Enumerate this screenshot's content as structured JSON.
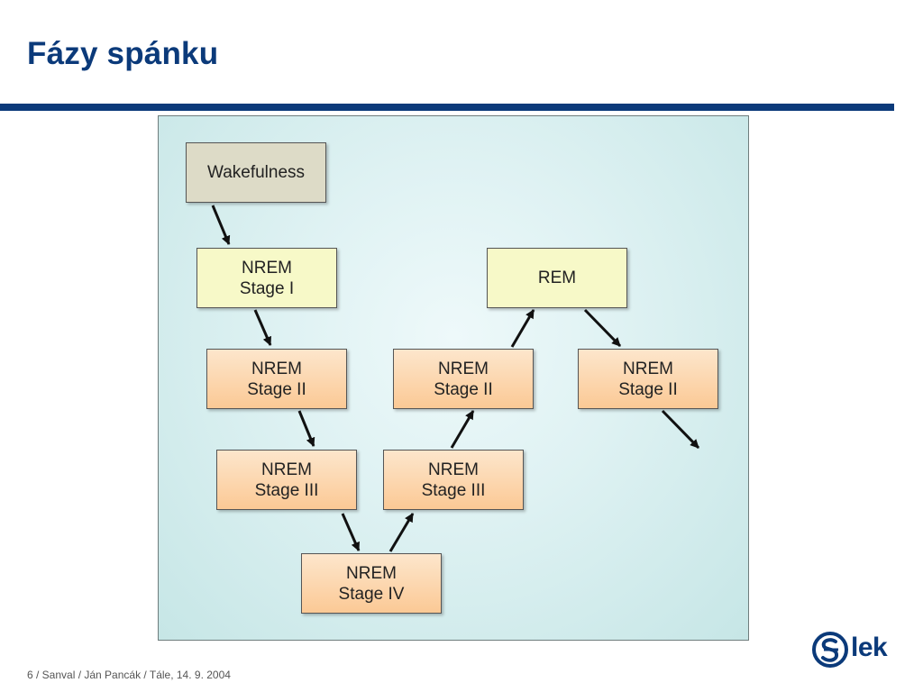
{
  "slide": {
    "title": "Fázy spánku"
  },
  "diagram": {
    "nodes": {
      "wakefulness": "Wakefulness",
      "nrem1": "NREM\nStage I",
      "nrem2_down": "NREM\nStage II",
      "nrem3_down": "NREM\nStage III",
      "nrem4": "NREM\nStage IV",
      "nrem3_up": "NREM\nStage III",
      "nrem2_up": "NREM\nStage II",
      "rem": "REM",
      "nrem2_after": "NREM\nStage II"
    },
    "colors": {
      "wakefulness": "#dddbc7",
      "stage1_rem": "#f7f9c8",
      "deep_stages": "#fbc995",
      "frame": "#dff2f3",
      "title": "#0b3a7a"
    }
  },
  "footer": {
    "text": "6 / Sanval / Ján Pancák / Tále, 14. 9. 2004"
  },
  "logo": {
    "text": "lek"
  }
}
